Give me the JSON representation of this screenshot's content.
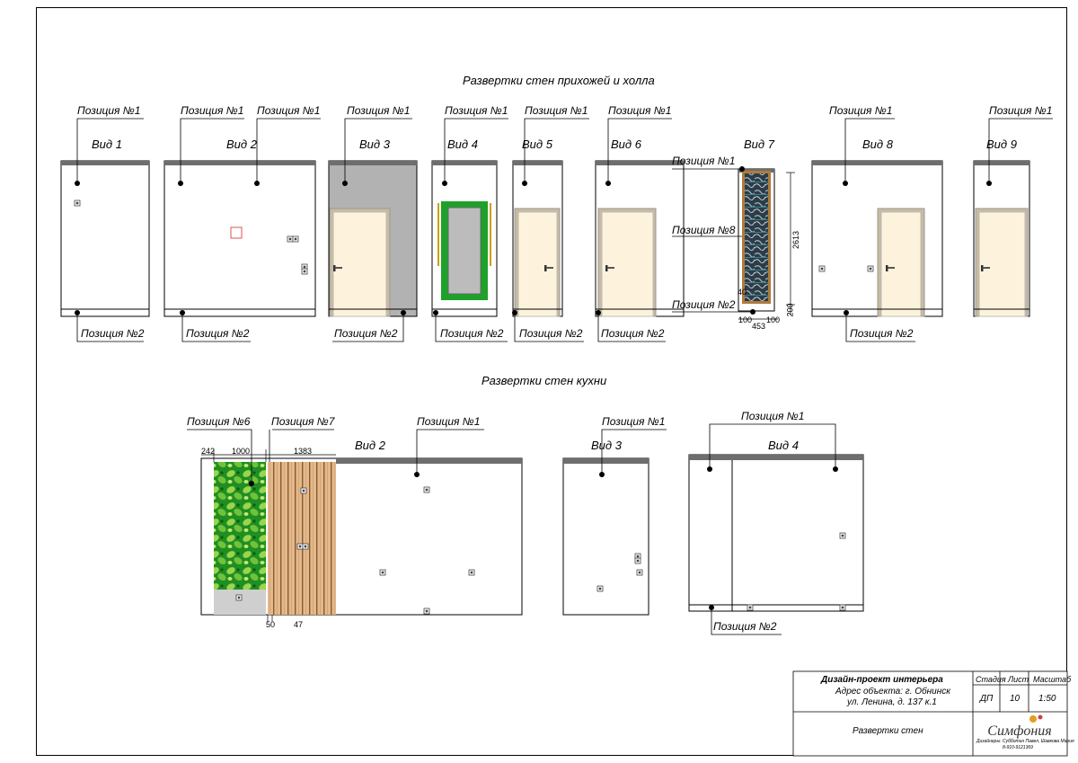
{
  "hall": {
    "title": "Развертки стен прихожей и холла",
    "views": [
      "Вид 1",
      "Вид 2",
      "Вид 3",
      "Вид 4",
      "Вид 5",
      "Вид 6",
      "Вид 7",
      "Вид 8",
      "Вид 9"
    ]
  },
  "kitchen": {
    "title": "Развертки стен кухни",
    "views": [
      "Вид 2",
      "Вид 3",
      "Вид 4"
    ]
  },
  "positions": {
    "p1": "Позиция №1",
    "p2": "Позиция №2",
    "p6": "Позиция №6",
    "p7": "Позиция №7",
    "p8": "Позиция №8"
  },
  "dimensions": {
    "d2613": "2613",
    "d40": "40",
    "d100a": "100",
    "d453": "453",
    "d100b": "100",
    "d200": "200",
    "d242": "242",
    "d1000": "1000",
    "d1383": "1383",
    "d50": "50",
    "d47": "47"
  },
  "title_block": {
    "project": "Дизайн-проект интерьера",
    "address1": "Адрес объекта: г. Обнинск",
    "address2": "ул. Ленина, д. 137 к.1",
    "stage_h": "Стадия",
    "sheet_h": "Лист",
    "scale_h": "Масштаб",
    "stage": "ДП",
    "sheet": "10",
    "scale": "1:50",
    "sheet_name": "Развертки стен",
    "logo": "Симфония",
    "designers": "Дизайнеры: Субботин Павел, Шавкова Мария",
    "phone": "8-910-9121369"
  },
  "colors": {
    "wall_cap": "#6e6e6e",
    "door": "#fdf3dc",
    "door_frame": "#c8bba0",
    "gray_wall": "#b2b2b2",
    "mirror_frame": "#1ea12a",
    "mirror_glass": "#bcbcbc",
    "wood": "#d9a878",
    "plant": "#2fa92f"
  }
}
